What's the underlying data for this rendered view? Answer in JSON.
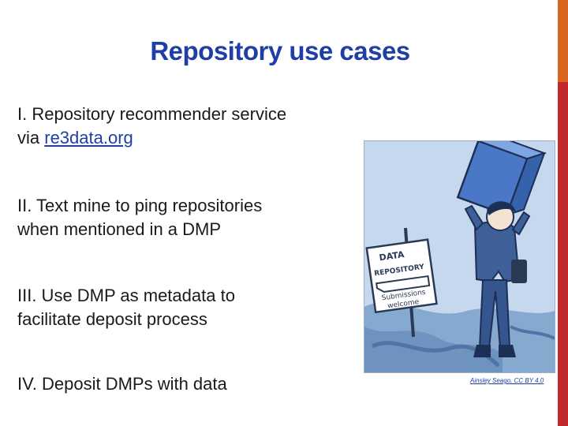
{
  "slide": {
    "title": "Repository use cases",
    "colors": {
      "title": "#1f3fa6",
      "link": "#1f3fa6",
      "accent_top": "#d9661f",
      "accent_bottom": "#c0282d"
    },
    "items": [
      {
        "line1": "I. Repository recommender service",
        "line2_prefix": "via ",
        "line2_link": "re3data.org"
      },
      {
        "line1": "II. Text mine to ping repositories",
        "line2": "when mentioned in a DMP"
      },
      {
        "line1": "III. Use DMP as metadata to",
        "line2": "facilitate deposit process"
      },
      {
        "line1": "IV. Deposit DMPs with data"
      }
    ],
    "illustration": {
      "sign_line1": "DATA",
      "sign_line2": "REPOSITORY",
      "sign_line3": "Submissions",
      "sign_line4": "welcome"
    },
    "credit": "Ainsley Seago, CC BY 4.0"
  }
}
